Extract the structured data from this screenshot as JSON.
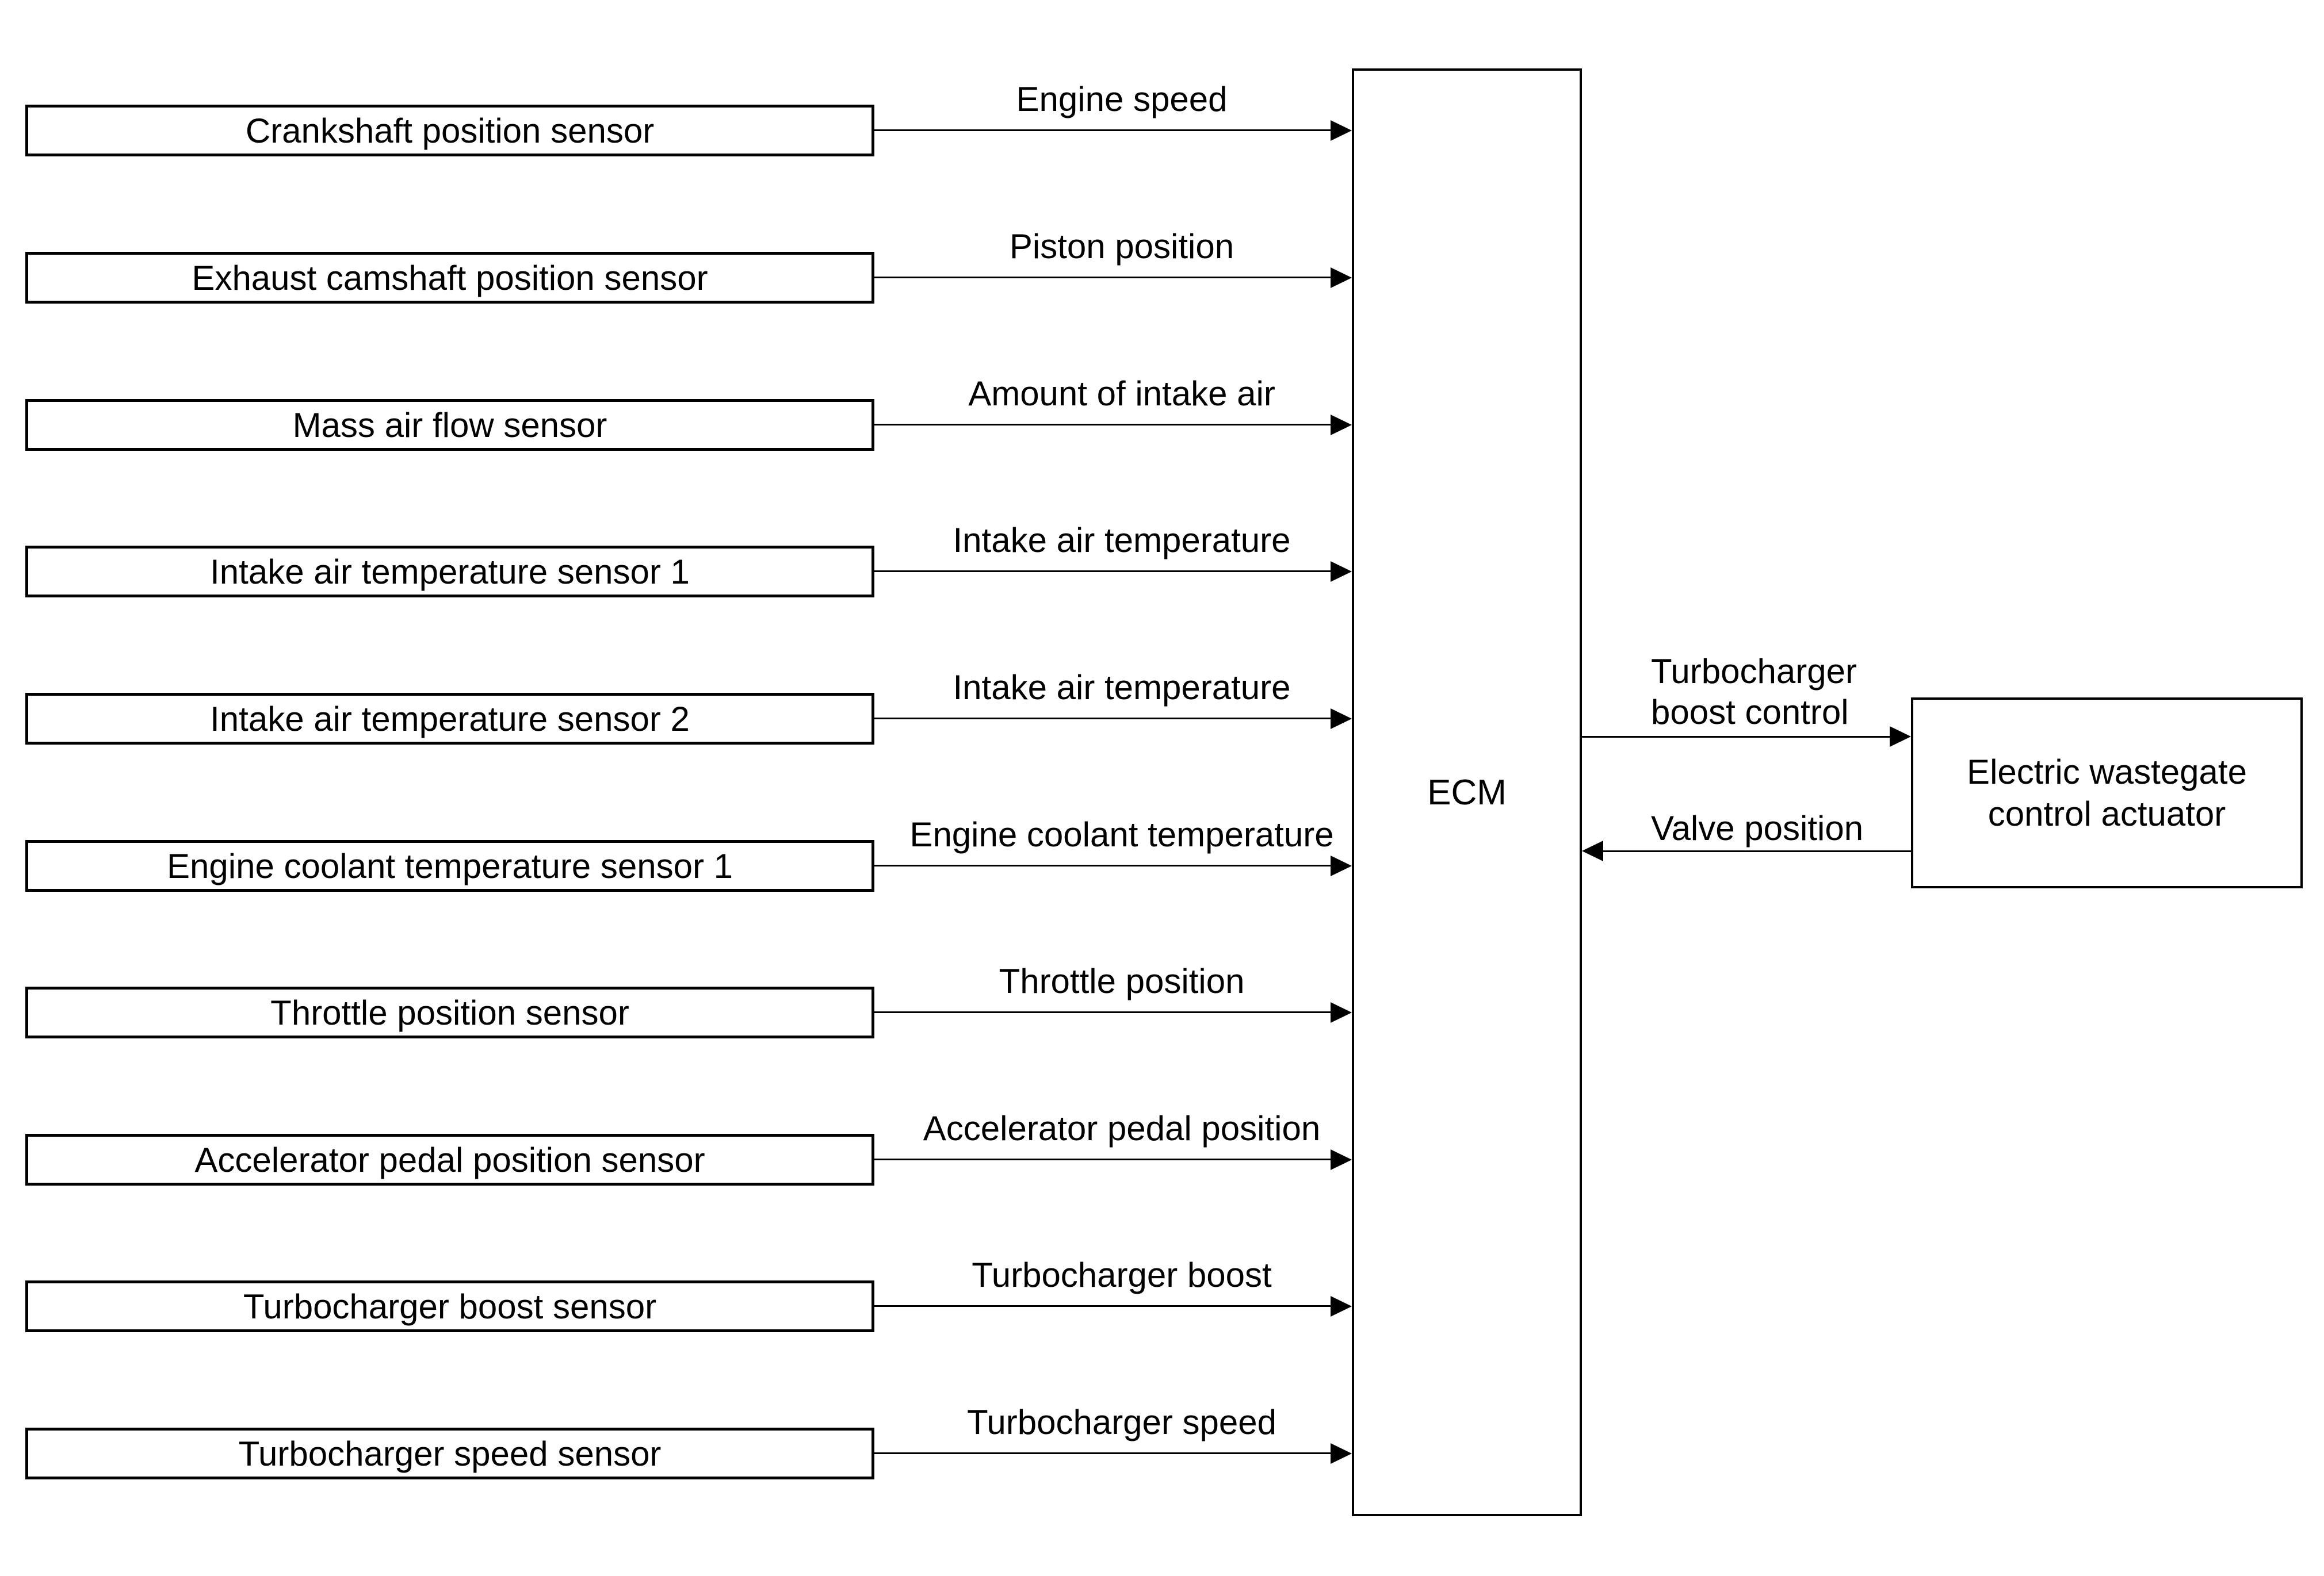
{
  "page": {
    "background_color": "#ffffff",
    "line_color": "#000000"
  },
  "ecm": {
    "label": "ECM"
  },
  "actuator": {
    "line1": "Electric wastegate",
    "line2": "control actuator"
  },
  "rows": [
    {
      "sensor": "Crankshaft position sensor",
      "signal": "Engine speed"
    },
    {
      "sensor": "Exhaust camshaft position sensor",
      "signal": "Piston position"
    },
    {
      "sensor": "Mass air flow sensor",
      "signal": "Amount of intake air"
    },
    {
      "sensor": "Intake air temperature sensor 1",
      "signal": "Intake air temperature"
    },
    {
      "sensor": "Intake air temperature sensor 2",
      "signal": "Intake air temperature"
    },
    {
      "sensor": "Engine coolant temperature sensor 1",
      "signal": "Engine coolant temperature"
    },
    {
      "sensor": "Throttle position sensor",
      "signal": "Throttle position"
    },
    {
      "sensor": "Accelerator pedal position sensor",
      "signal": "Accelerator pedal position"
    },
    {
      "sensor": "Turbocharger boost sensor",
      "signal": "Turbocharger boost"
    },
    {
      "sensor": "Turbocharger speed sensor",
      "signal": "Turbocharger speed"
    }
  ],
  "ecm_to_actuator": {
    "line1": "Turbocharger",
    "line2": "boost control"
  },
  "actuator_to_ecm": {
    "label": "Valve position"
  }
}
